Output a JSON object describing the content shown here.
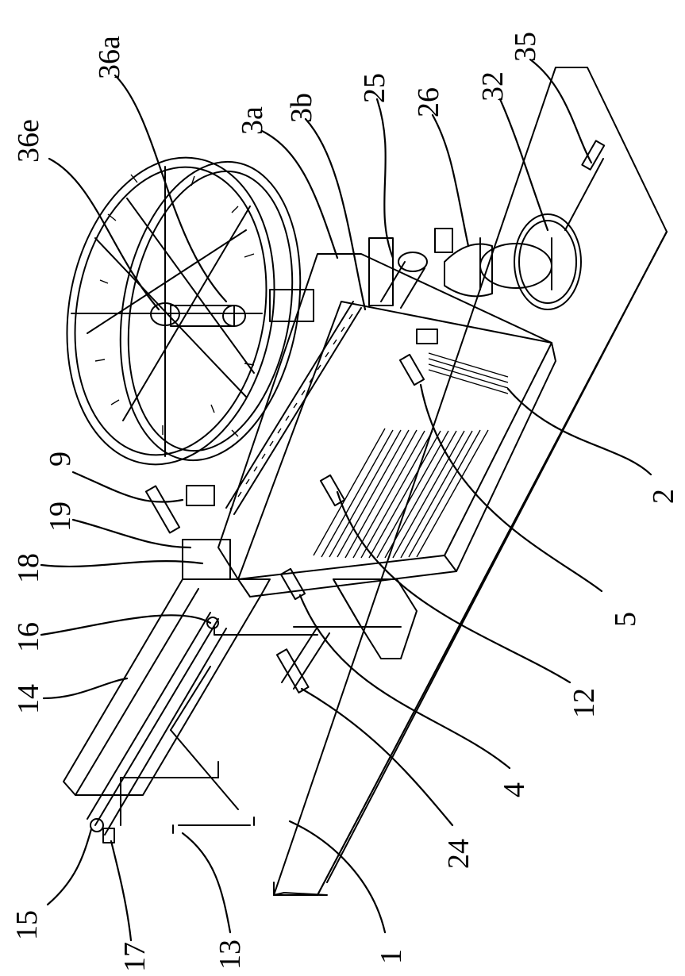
{
  "labels": [
    "36e",
    "36a",
    "3a",
    "3b",
    "25",
    "26",
    "32",
    "35",
    "9",
    "19",
    "18",
    "16",
    "14",
    "2",
    "5",
    "12",
    "4",
    "24",
    "15",
    "17",
    "13",
    "1"
  ],
  "colors": {
    "line": "#000000",
    "background": "#ffffff"
  }
}
